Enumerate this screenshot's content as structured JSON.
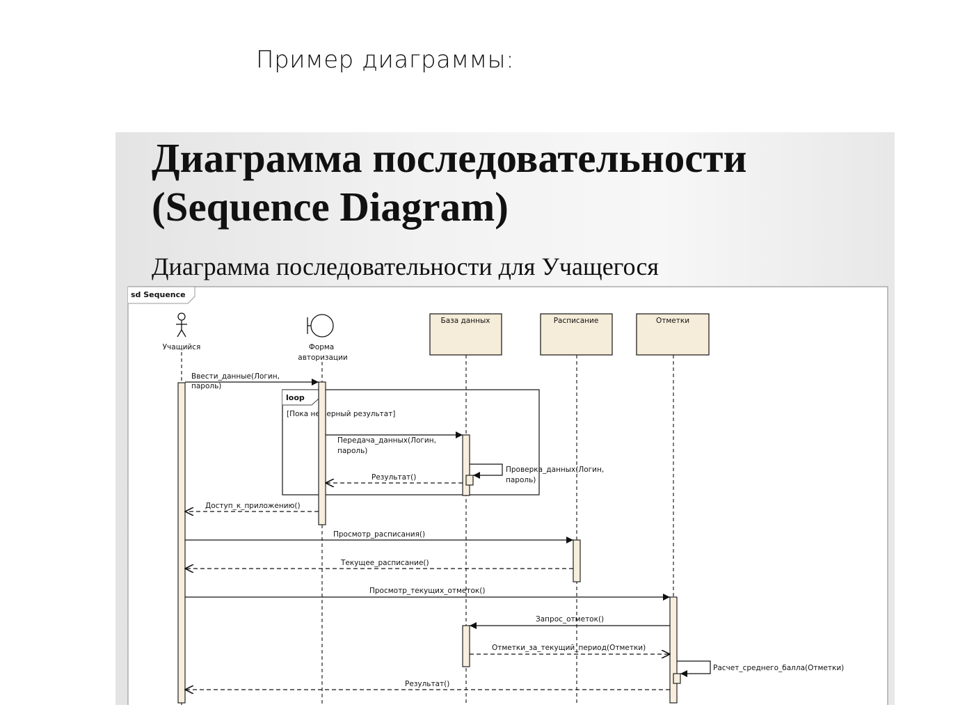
{
  "heading": "Пример диаграммы:",
  "slide": {
    "title_line1": "Диаграмма последовательности",
    "title_line2": "(Sequence Diagram)",
    "subtitle": "Диаграмма последовательности для Учащегося"
  },
  "diagram": {
    "frame_label": "sd Sequence",
    "lifelines": {
      "student": "Учащийся",
      "form_line1": "Форма",
      "form_line2": "авторизации",
      "database": "База данных",
      "schedule": "Расписание",
      "grades": "Отметки"
    },
    "loop": {
      "label": "loop",
      "guard": "[Пока не верный результат]"
    },
    "messages": {
      "m1_line1": "Ввести_данные(Логин,",
      "m1_line2": "пароль)",
      "m2_line1": "Передача_данных(Логин,",
      "m2_line2": "пароль)",
      "m3_line1": "Проверка_данных(Логин,",
      "m3_line2": "пароль)",
      "m4": "Результат()",
      "m5": "Доступ_к_приложению()",
      "m6": "Просмотр_расписания()",
      "m7": "Текущее_расписание()",
      "m8": "Просмотр_текущих_отметок()",
      "m9": "Запрос_отметок()",
      "m10": "Отметки_за_текущий_период(Отметки)",
      "m11": "Расчет_среднего_балла(Отметки)",
      "m12": "Результат()"
    }
  }
}
